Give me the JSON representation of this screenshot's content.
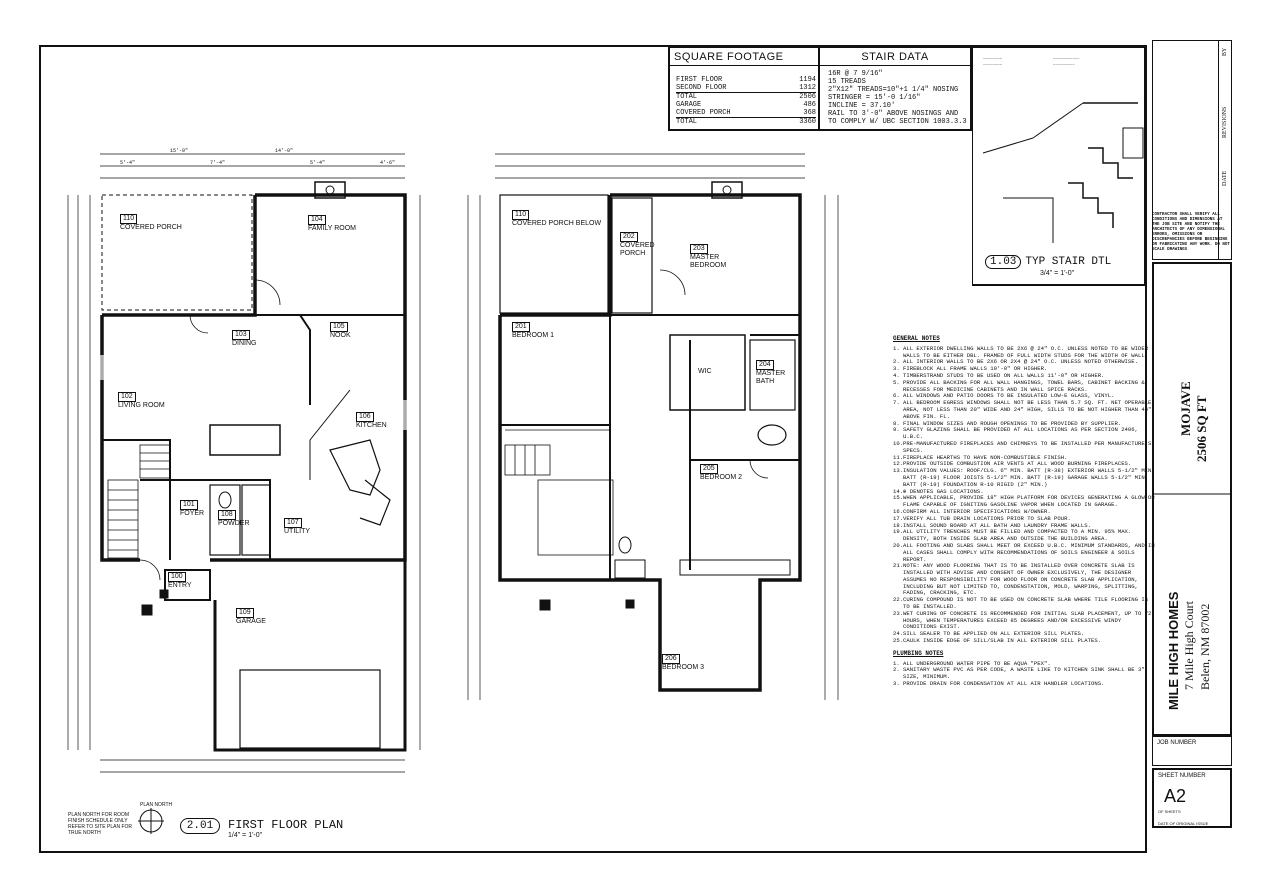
{
  "square_footage": {
    "title": "SQUARE FOOTAGE",
    "rows": [
      {
        "label": "FIRST FLOOR",
        "value": "1194"
      },
      {
        "label": "SECOND FLOOR",
        "value": "1312"
      },
      {
        "label": "TOTAL",
        "value": "2506"
      },
      {
        "label": "GARAGE",
        "value": "486"
      },
      {
        "label": "COVERED PORCH",
        "value": "368"
      },
      {
        "label": "TOTAL",
        "value": "3360"
      }
    ]
  },
  "stair_data": {
    "title": "STAIR DATA",
    "lines": [
      "16R @ 7 9/16\"",
      "15 TREADS",
      "2\"X12\" TREADS=10\"+1 1/4\" NOSING",
      "STRINGER = 15'-0 1/16\"",
      "INCLINE = 37.10'",
      "RAIL TO 3'-0\" ABOVE NOSINGS AND",
      "TO COMPLY W/ UBC SECTION 1003.3.3"
    ]
  },
  "stair_detail": {
    "tag": "1.03",
    "title": "TYP STAIR DTL",
    "scale": "3/4\" = 1'-0\""
  },
  "first_floor": {
    "tag": "2.01",
    "title": "FIRST FLOOR PLAN",
    "scale": "1/4\" = 1'-0\"",
    "north_label": "PLAN NORTH",
    "site_note": "PLAN NORTH FOR ROOM FINISH SCHEDULE ONLY REFER TO SITE PLAN FOR TRUE NORTH",
    "rooms": [
      {
        "num": "110",
        "name": "COVERED PORCH"
      },
      {
        "num": "104",
        "name": "FAMILY ROOM"
      },
      {
        "num": "103",
        "name": "DINING"
      },
      {
        "num": "105",
        "name": "NOOK"
      },
      {
        "num": "102",
        "name": "LIVING ROOM"
      },
      {
        "num": "106",
        "name": "KITCHEN"
      },
      {
        "num": "101",
        "name": "FOYER"
      },
      {
        "num": "108",
        "name": "POWDER"
      },
      {
        "num": "107",
        "name": "UTILITY"
      },
      {
        "num": "100",
        "name": "ENTRY"
      },
      {
        "num": "109",
        "name": "GARAGE"
      }
    ]
  },
  "second_floor": {
    "rooms": [
      {
        "num": "110",
        "name": "COVERED PORCH BELOW"
      },
      {
        "num": "202",
        "name": "COVERED PORCH"
      },
      {
        "num": "203",
        "name": "MASTER BEDROOM"
      },
      {
        "num": "201",
        "name": "BEDROOM 1"
      },
      {
        "num": "204",
        "name": "MASTER BATH"
      },
      {
        "num": "205",
        "name": "BEDROOM 2"
      },
      {
        "num": "206",
        "name": "BEDROOM 3"
      }
    ],
    "wic": "WIC"
  },
  "general_notes": {
    "title": "GENERAL NOTES",
    "items": [
      "ALL EXTERIOR DWELLING WALLS TO BE 2X6 @ 24\" O.C. UNLESS NOTED TO BE WIDER WALLS TO BE EITHER DBL. FRAMED OF FULL WIDTH STUDS FOR THE WIDTH OF WALL.",
      "ALL INTERIOR WALLS TO BE 2X6 OR 2X4 @ 24\" O.C. UNLESS NOTED OTHERWISE.",
      "FIREBLOCK ALL FRAME WALLS 10'-0\" OR HIGHER.",
      "TIMBERSTRAND STUDS TO BE USED ON ALL WALLS 11'-0\" OR HIGHER.",
      "PROVIDE ALL BACKING FOR ALL WALL HANGINGS, TOWEL BARS, CABINET BACKING & RECESSES FOR MEDICINE CABINETS AND IN WALL SPICE RACKS.",
      "ALL WINDOWS AND PATIO DOORS TO BE INSULATED LOW-E GLASS, VINYL.",
      "ALL BEDROOM EGRESS WINDOWS SHALL NOT BE LESS THAN 5.7 SQ. FT. NET OPERABLE AREA, NOT LESS THAN 20\" WIDE AND 24\" HIGH, SILLS TO BE NOT HIGHER THAN 44\" ABOVE FIN. FL.",
      "FINAL WINDOW SIZES AND ROUGH OPENINGS TO BE PROVIDED BY SUPPLIER.",
      "SAFETY GLAZING SHALL BE PROVIDED AT ALL LOCATIONS AS PER SECTION 2406, U.B.C.",
      "PRE-MANUFACTURED FIREPLACES AND CHIMNEYS TO BE INSTALLED PER MANUFACTURE'S SPECS.",
      "FIREPLACE HEARTHS TO HAVE NON-COMBUSTIBLE FINISH.",
      "PROVIDE OUTSIDE COMBUSTION AIR VENTS AT ALL WOOD BURNING FIREPLACES.",
      "INSULATION VALUES: ROOF/CLG. 6\" MIN. BATT (R-38) EXTERIOR WALLS 5-1/2\" MIN. BATT (R-19) FLOOR JOISTS 5-1/2\" MIN. BATT (R-19) GARAGE WALLS 5-1/2\" MIN. BATT (R-19) FOUNDATION R-10 RIGID (2\" MIN.)",
      "⊕ DENOTES GAS LOCATIONS.",
      "WHEN APPLICABLE, PROVIDE 18\" HIGH PLATFORM FOR DEVICES GENERATING A GLOW OR FLAME CAPABLE OF IGNITING GASOLINE VAPOR WHEN LOCATED IN GARAGE.",
      "CONFIRM ALL INTERIOR SPECIFICATIONS W/OWNER.",
      "VERIFY ALL TUB DRAIN LOCATIONS PRIOR TO SLAB POUR.",
      "INSTALL SOUND BOARD AT ALL BATH AND LAUNDRY FRAME WALLS.",
      "ALL UTILITY TRENCHES MUST BE FILLED AND COMPACTED TO A MIN. 95% MAX. DENSITY, BOTH INSIDE SLAB AREA AND OUTSIDE THE BUILDING AREA.",
      "ALL FOOTING AND SLABS SHALL MEET OR EXCEED U.B.C. MINIMUM STANDARDS, AND IN ALL CASES SHALL COMPLY WITH RECOMMENDATIONS OF SOILS ENGINEER & SOILS REPORT.",
      "NOTE: ANY WOOD FLOORING THAT IS TO BE INSTALLED OVER CONCRETE SLAB IS INSTALLED WITH ADVISE AND CONSENT OF OWNER EXCLUSIVELY, THE DESIGNER ASSUMES NO RESPONSIBILITY FOR WOOD FLOOR ON CONCRETE SLAB APPLICATION, INCLUDING BUT NOT LIMITED TO, CONDENSTATION, MOLD, WARPING, SPLITTING, FADING, CRACKING, ETC.",
      "CURING COMPOUND IS NOT TO BE USED ON CONCRETE SLAB WHERE TILE FLOORING IS TO BE INSTALLED.",
      "WET CURING OF CONCRETE IS RECOMMENDED FOR INITIAL SLAB PLACEMENT, UP TO 72 HOURS, WHEN TEMPERATURES EXCEED 85 DEGREES AND/OR EXCESSIVE WINDY CONDITIONS EXIST.",
      "SILL SEALER TO BE APPLIED ON ALL EXTERIOR SILL PLATES.",
      "CAULK INSIDE EDGE OF SILL/SLAB IN ALL EXTERIOR SILL PLATES."
    ]
  },
  "plumbing_notes": {
    "title": "PLUMBING NOTES",
    "items": [
      "ALL UNDERGROUND WATER PIPE TO BE AQUA \"PEX\".",
      "SANITARY WASTE PVC AS PER CODE, A WASTE LIKE TO KITCHEN SINK SHALL BE 3\" SIZE, MINIMUM.",
      "PROVIDE DRAIN FOR CONDENSATION AT ALL AIR HANDLER LOCATIONS."
    ]
  },
  "title_block": {
    "model": "MOJAVE",
    "area": "2506 SQ FT",
    "company": "MILE HIGH HOMES",
    "address1": "7 Mile High Court",
    "address2": "Belen, NM  87002",
    "revisions": "REVISIONS",
    "date": "DATE",
    "by": "BY",
    "contractor_note": "CONTRACTOR SHALL VERIFY ALL CONDITIONS AND DIMENSIONS AT THE JOB SITE AND NOTIFY THE ARCHITECTS OF ANY DIMENSIONAL ERRORS, OMISSIONS OR DISCREPANCIES BEFORE BEGINNING OR FABRICATING ANY WORK. DO NOT SCALE DRAWINGS",
    "job_number_label": "JOB NUMBER",
    "sheet_number_label": "SHEET NUMBER",
    "sheet_number": "A2",
    "of_sheets": "OF          SHEETS",
    "original_date_label": "DATE OF ORIGINAL ISSUE"
  }
}
